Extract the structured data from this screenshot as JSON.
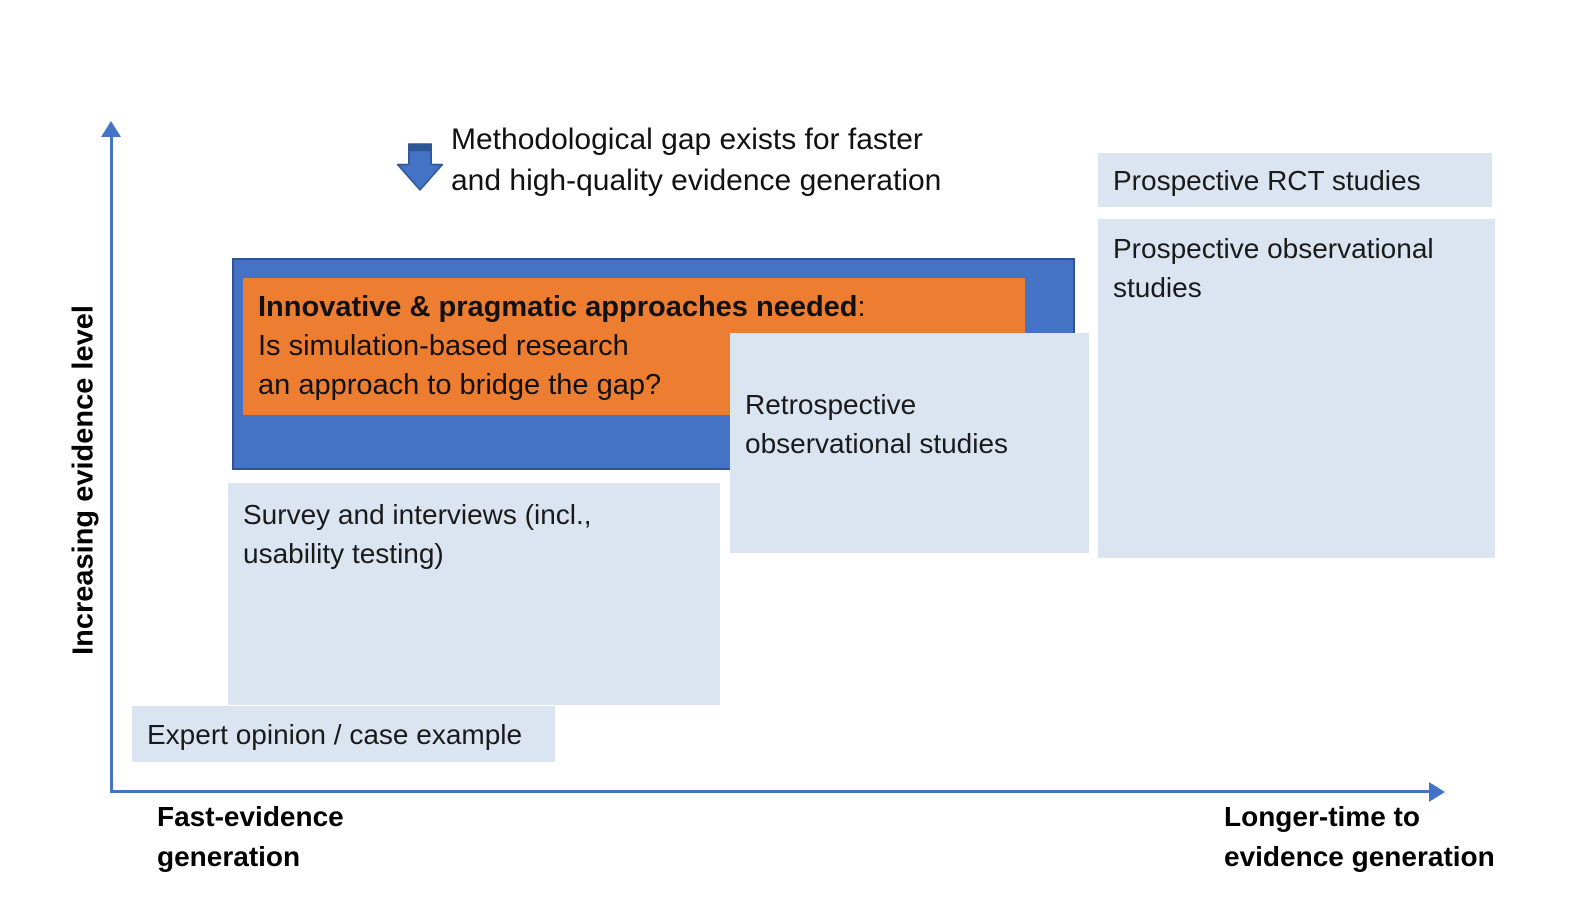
{
  "note": {
    "icon": "down-arrow-icon",
    "text": "Methodological gap exists for faster\nand high-quality evidence generation"
  },
  "axes": {
    "y_label": "Increasing evidence level",
    "x_label_left": "Fast-evidence\ngeneration",
    "x_label_right": "Longer-time to\nevidence generation"
  },
  "boxes": {
    "expert": "Expert opinion / case example",
    "survey": "Survey and interviews (incl.,\nusability testing)",
    "retrospective": "Retrospective\nobservational studies",
    "prospective_obs": "Prospective observational\nstudies",
    "prospective_rct": "Prospective RCT studies"
  },
  "highlight": {
    "line1_bold": "Innovative & pragmatic approaches needed",
    "line1_suffix": ":",
    "line2": "Is simulation-based research",
    "line3": "an approach to bridge the gap?"
  },
  "colors": {
    "light_blue": "#dbe5f1",
    "blue": "#4472c4",
    "blue_border": "#2f5496",
    "orange": "#ed7d31",
    "axis": "#4472c4",
    "arrow_dark": "#2e5596",
    "text": "#1a1a1a"
  }
}
